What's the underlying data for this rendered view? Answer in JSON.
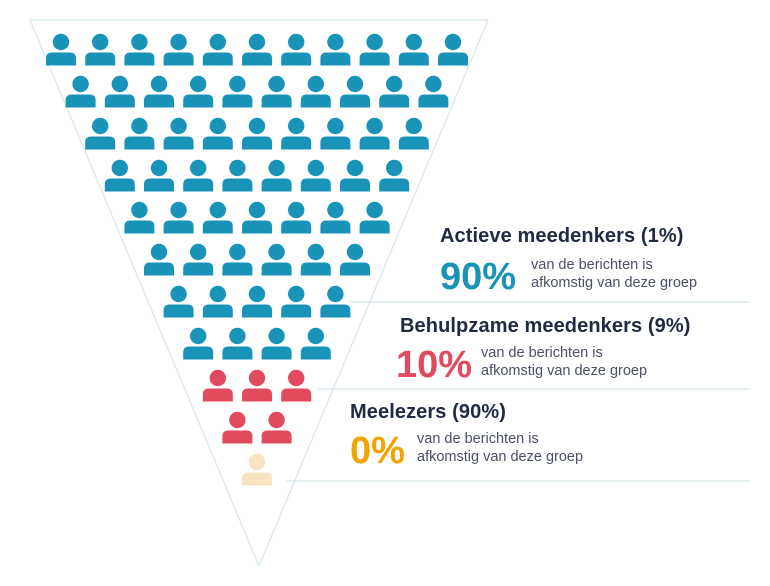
{
  "colors": {
    "blue": "#1a93b8",
    "red": "#e24a5e",
    "cream": "#f7e3c0",
    "line": "#d6e7ec",
    "title": "#1f2a44",
    "text": "#4a5066",
    "pct_orange": "#f1a400"
  },
  "icon": "person-icon",
  "people_rows": [
    {
      "count": 11,
      "color": "blue"
    },
    {
      "count": 10,
      "color": "blue"
    },
    {
      "count": 9,
      "color": "blue"
    },
    {
      "count": 8,
      "color": "blue"
    },
    {
      "count": 7,
      "color": "blue"
    },
    {
      "count": 6,
      "color": "blue"
    },
    {
      "count": 5,
      "color": "blue"
    },
    {
      "count": 4,
      "color": "blue"
    },
    {
      "count": 3,
      "color": "red"
    },
    {
      "count": 2,
      "color": "red"
    },
    {
      "count": 1,
      "color": "cream"
    }
  ],
  "segments": [
    {
      "title": "Actieve meedenkers (1%)",
      "percent": "90%",
      "percent_color": "blue",
      "description_line1": "van de berichten is",
      "description_line2": "afkomstig van deze groep"
    },
    {
      "title": "Behulpzame meedenkers (9%)",
      "percent": "10%",
      "percent_color": "red",
      "description_line1": "van de berichten is",
      "description_line2": "afkomstig van deze groep"
    },
    {
      "title": "Meelezers (90%)",
      "percent": "0%",
      "percent_color": "pct_orange",
      "description_line1": "van de berichten is",
      "description_line2": "afkomstig van deze groep"
    }
  ]
}
